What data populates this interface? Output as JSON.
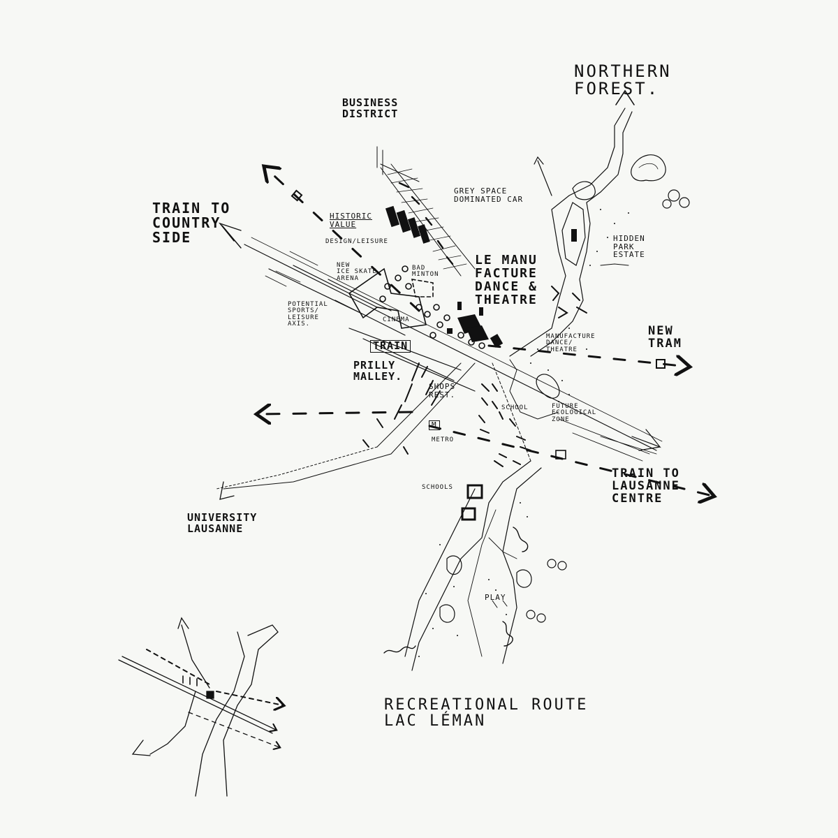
{
  "labels": {
    "northern_forest": "NORTHERN\nFOREST.",
    "business_district": "BUSINESS\nDISTRICT",
    "grey_space": "GREY SPACE\nDOMINATED CAR",
    "train_country": "TRAIN TO\nCOUNTRY\nSIDE",
    "historic_value": "HISTORIC\nVALUE",
    "design_leisure": "DESIGN/LEISURE",
    "le_manufacture": "LE MANU\nFACTURE\nDANCE &\nTHEATRE",
    "hidden_park": "HIDDEN\nPARK\nESTATE",
    "badminton": "BAD\nMINTON",
    "ice_skate": "NEW\nICE SKATE\nARENA",
    "potential_sports": "POTENTIAL\nSPORTS/\nLEISURE\nAXIS.",
    "cinema": "CINEMA",
    "new_tram": "NEW\nTRAM",
    "manufacture_small": "MANUFACTURE\nDANCE/\nTHEATRE",
    "train_box": "TRAIN",
    "prilly_malley": "PRILLY\nMALLEY.",
    "shops_rest": "SHOPS\nREST.",
    "school": "SCHOOL",
    "future_eco": "FUTURE\nECOLOGICAL\nZONE",
    "metro_symbol": "M",
    "metro": "METRO",
    "train_lausanne": "TRAIN TO\nLAUSANNE\nCENTRE",
    "schools": "SCHOOLS",
    "university": "UNIVERSITY\nLAUSANNE",
    "play": "PLAY",
    "recreational": "RECREATIONAL ROUTE\nLAC LÉMAN"
  },
  "colors": {
    "paper": "#f7f8f5",
    "ink": "#111111"
  },
  "icons": [
    "arrow-icon",
    "metro-icon",
    "tree-icon"
  ]
}
